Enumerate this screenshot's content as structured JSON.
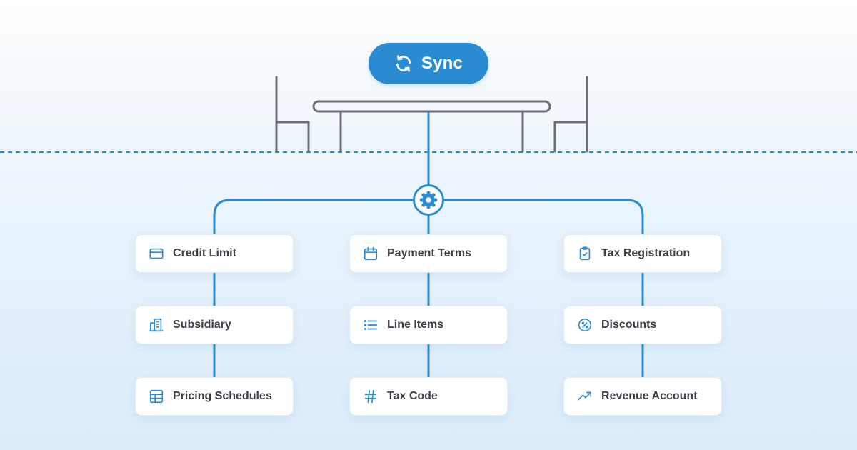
{
  "sync_button": {
    "label": "Sync",
    "icon": "refresh-icon"
  },
  "hub": {
    "icon": "gear-icon"
  },
  "colors": {
    "accent": "#2a8bd1",
    "furniture": "#6b6f75",
    "text": "#3c3f46",
    "card_bg": "#ffffff"
  },
  "columns": [
    {
      "items": [
        {
          "label": "Credit Limit",
          "icon": "credit-card-icon"
        },
        {
          "label": "Subsidiary",
          "icon": "buildings-icon"
        },
        {
          "label": "Pricing Schedules",
          "icon": "table-icon"
        }
      ]
    },
    {
      "items": [
        {
          "label": "Payment Terms",
          "icon": "calendar-icon"
        },
        {
          "label": "Line Items",
          "icon": "list-icon"
        },
        {
          "label": "Tax Code",
          "icon": "hash-icon"
        }
      ]
    },
    {
      "items": [
        {
          "label": "Tax Registration",
          "icon": "clipboard-check-icon"
        },
        {
          "label": "Discounts",
          "icon": "percent-badge-icon"
        },
        {
          "label": "Revenue Account",
          "icon": "trending-up-icon"
        }
      ]
    }
  ]
}
